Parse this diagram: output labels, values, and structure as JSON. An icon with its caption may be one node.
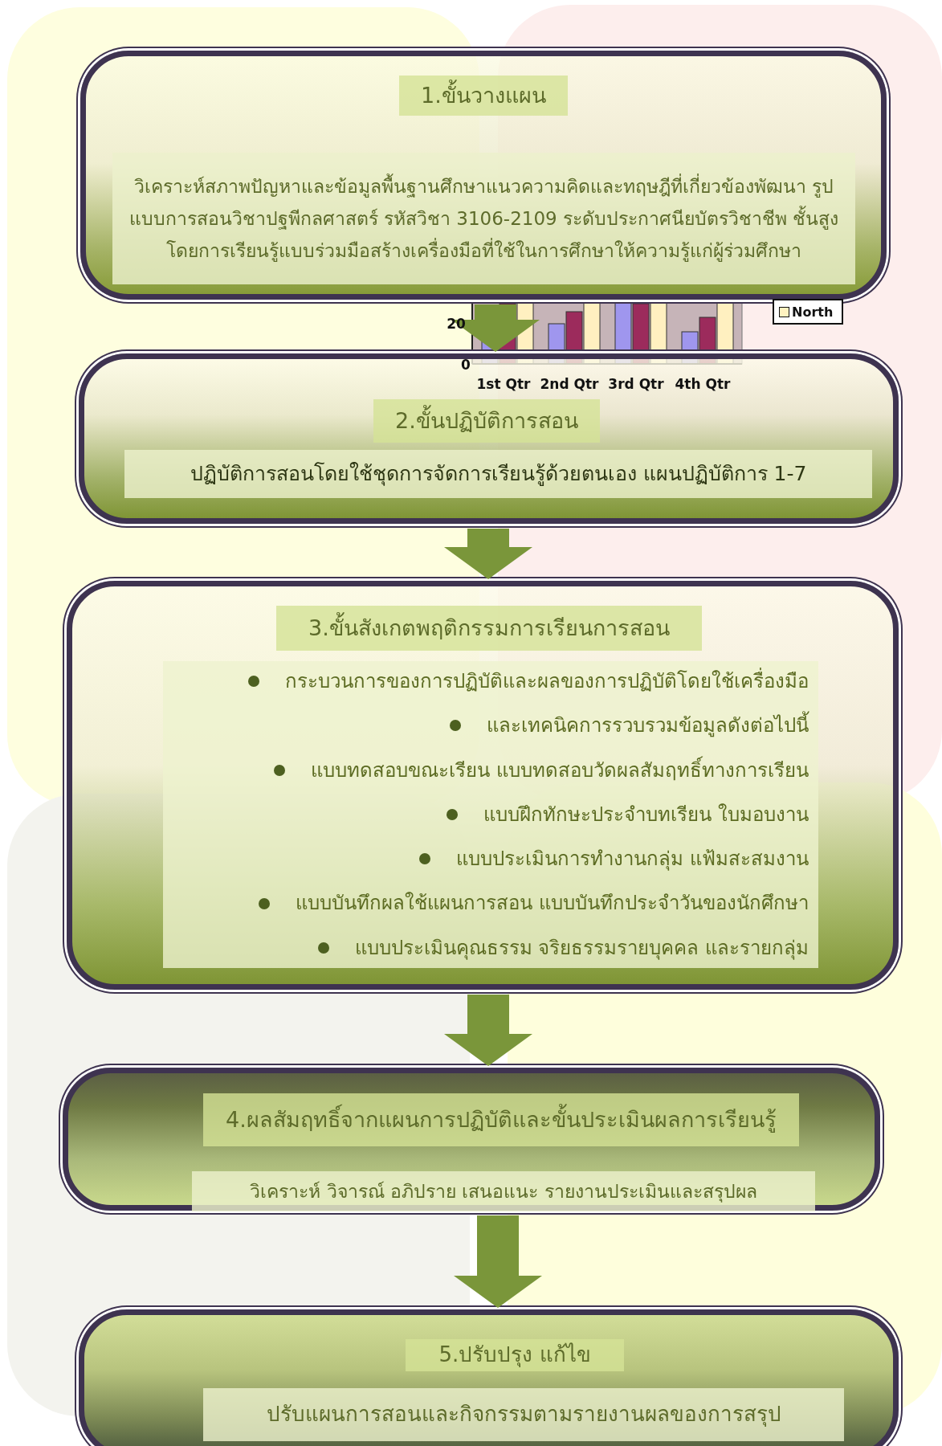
{
  "diagram": {
    "nodes": [
      {
        "text": [
          "1.ขั้นวางแผน",
          "วิเคราะห์สภาพปัญหาและข้อมูลพื้นฐานศึกษาแนวความคิดและทฤษฎีที่เกี่ยวข้องพัฒนา รูปแบบการสอนวิชาปฐพีกลศาสตร์ รหัสวิชา 3106-2109 ระดับประกาศนียบัตรวิชาชีพ ชั้นสูง โดยการเรียนรู้แบบร่วมมือสร้างเครื่องมือที่ใช้ในการศึกษาให้ความรู้แก่ผู้ร่วมศึกษา"
        ]
      },
      {
        "text": [
          "2.ขั้นปฏิบัติการสอน",
          "ปฏิบัติการสอนโดยใช้ชุดการจัดการเรียนรู้ด้วยตนเอง แผนปฏิบัติการ 1-7"
        ]
      },
      {
        "text": [
          "3.ขั้นสังเกตพฤติกรรมการเรียนการสอน",
          "กระบวนการของการปฏิบัติและผลของการปฏิบัติโดยใช้เครื่องมือ",
          "และเทคนิคการรวบรวมข้อมูลดังต่อไปนี้",
          "แบบทดสอบขณะเรียน แบบทดสอบวัดผลสัมฤทธิ์ทางการเรียน",
          "แบบฝึกทักษะประจำบทเรียน ใบมอบงาน",
          "แบบประเมินการทำงานกลุ่ม แฟ้มสะสมงาน",
          "แบบบันทึกผลใช้แผนการสอน แบบบันทึกประจำวันของนักศึกษา",
          "แบบประเมินคุณธรรม จริยธรรมรายบุคคล และรายกลุ่ม"
        ]
      },
      {
        "text": [
          "4.ผลสัมฤทธิ์จากแผนการปฏิบัติและขั้นประเมินผลการเรียนรู้",
          "วิเคราะห์  วิจารณ์  อภิปราย  เสนอแนะ  รายงานประเมินและสรุปผล"
        ]
      },
      {
        "text": [
          "5.ปรับปรุง แก้ไข",
          "ปรับแผนการสอนและกิจกรรมตามรายงานผลของการสรุป"
        ]
      }
    ],
    "edges": [
      {
        "from": 0,
        "to": 1,
        "arrow": "to"
      },
      {
        "from": 1,
        "to": 2,
        "arrow": "to"
      },
      {
        "from": 2,
        "to": 3,
        "arrow": "to"
      },
      {
        "from": 3,
        "to": 4,
        "arrow": "to"
      }
    ],
    "labels": [
      "20",
      "0",
      "1st Qtr",
      "2nd Qtr",
      "3rd Qtr",
      "4th Qtr"
    ],
    "legend": [
      {
        "text": "North",
        "color": "#fff2c0"
      }
    ]
  }
}
